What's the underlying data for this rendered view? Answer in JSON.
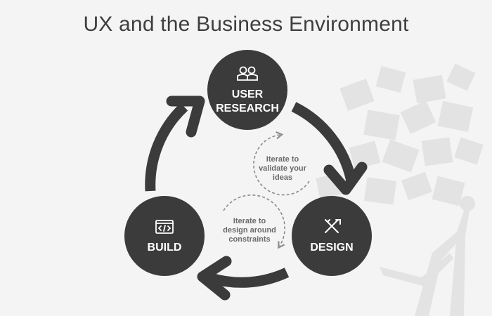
{
  "title": "UX and the Business Environment",
  "nodes": {
    "research": {
      "line1": "USER",
      "line2": "RESEARCH",
      "icon": "people-icon"
    },
    "design": {
      "label": "DESIGN",
      "icon": "pencil-ruler-icon"
    },
    "build": {
      "label": "BUILD",
      "icon": "code-window-icon"
    }
  },
  "loops": {
    "validate": {
      "line1": "Iterate to",
      "line2": "validate your",
      "line3": "ideas"
    },
    "constraints": {
      "line1": "Iterate to",
      "line2": "design around",
      "line3": "constraints"
    }
  },
  "colors": {
    "node": "#3b3b3b",
    "arrow": "#3b3b3b",
    "background": "#f4f4f4",
    "watermark": "#e3e3e3",
    "note_text": "#6a6a6a"
  }
}
